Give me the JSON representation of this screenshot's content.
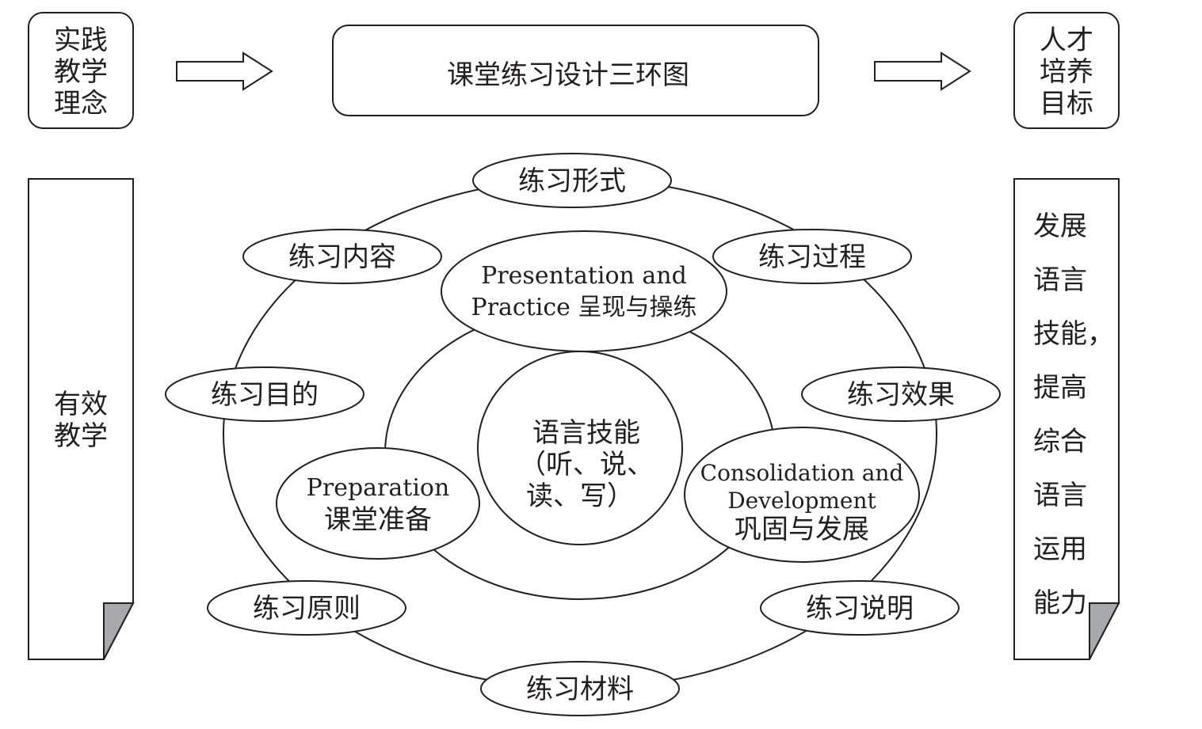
{
  "left_top_box": [
    "实践",
    "教学",
    "理念"
  ],
  "title": "课堂练习设计三环图",
  "right_top_box": [
    "人才",
    "培养",
    "目标"
  ],
  "left_scroll": [
    "有效",
    "教学"
  ],
  "right_scroll": [
    "发展",
    "语言",
    "技能，",
    "提高",
    "综合",
    "语言",
    "运用",
    "能力"
  ],
  "outer_items": {
    "form": "练习形式",
    "content": "练习内容",
    "process": "练习过程",
    "purpose": "练习目的",
    "effect": "练习效果",
    "principle": "练习原则",
    "instruction": "练习说明",
    "material": "练习材料"
  },
  "stages": {
    "presentation": [
      "Presentation and",
      "Practice 呈现与操练"
    ],
    "preparation": [
      "Preparation",
      "课堂准备"
    ],
    "consolidation": [
      "Consolidation and",
      "Development",
      "巩固与发展"
    ]
  },
  "core": [
    "语言技能",
    "（听、说、",
    "读、写）"
  ],
  "colors": {
    "line": "#231f20",
    "fold": "#a7a9ac"
  }
}
